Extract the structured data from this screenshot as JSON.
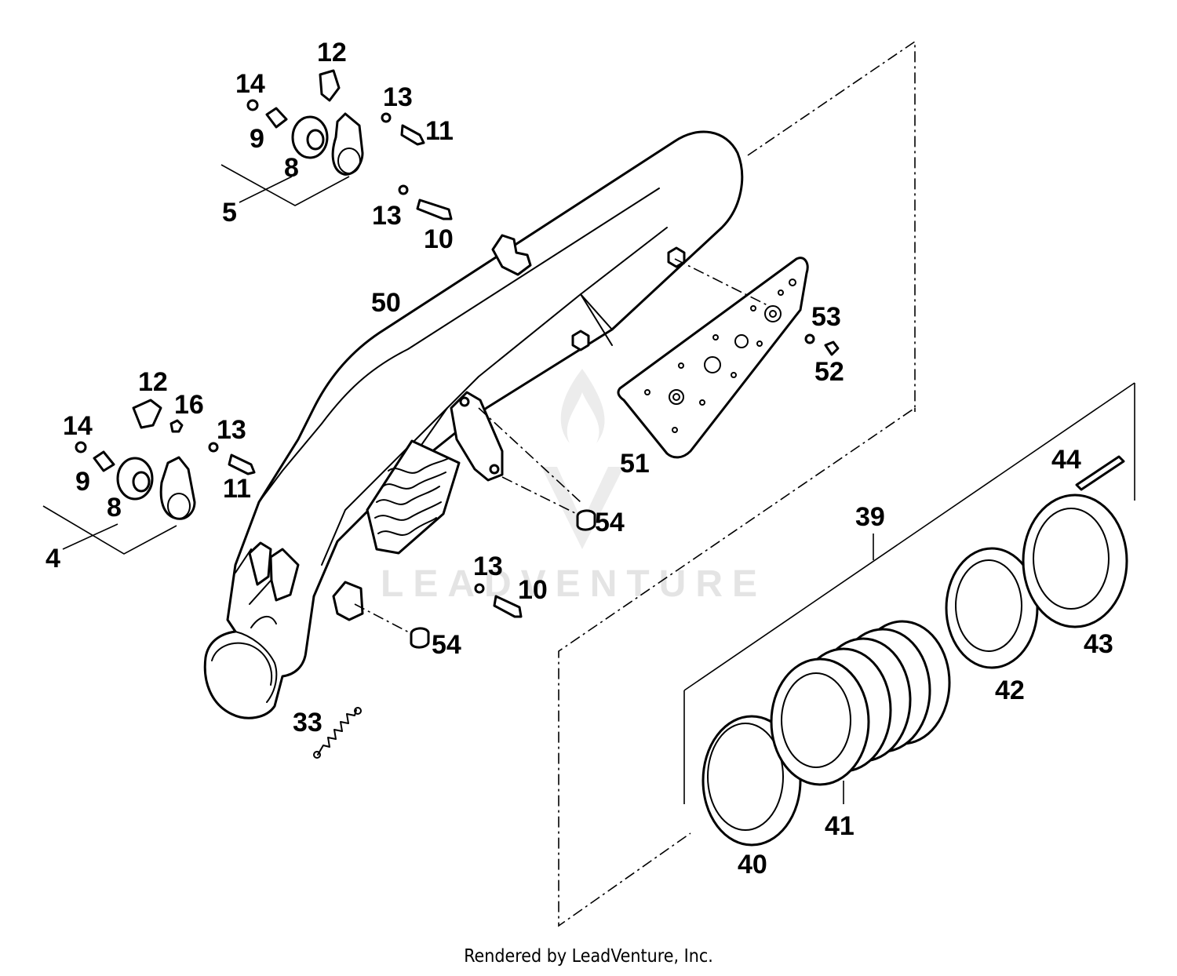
{
  "watermark": {
    "text": "LEADVENTURE"
  },
  "footer": {
    "text": "Rendered by LeadVenture, Inc."
  },
  "callouts": {
    "c12a": "12",
    "c14a": "14",
    "c13a": "13",
    "c11a": "11",
    "c9a": "9",
    "c8a": "8",
    "c5": "5",
    "c13b": "13",
    "c10a": "10",
    "c50": "50",
    "c53": "53",
    "c52": "52",
    "c12b": "12",
    "c16": "16",
    "c14b": "14",
    "c13c": "13",
    "c9b": "9",
    "c11b": "11",
    "c8b": "8",
    "c4": "4",
    "c51": "51",
    "c44": "44",
    "c39": "39",
    "c54a": "54",
    "c13d": "13",
    "c10b": "10",
    "c43": "43",
    "c54b": "54",
    "c42": "42",
    "c33": "33",
    "c41": "41",
    "c40": "40"
  }
}
